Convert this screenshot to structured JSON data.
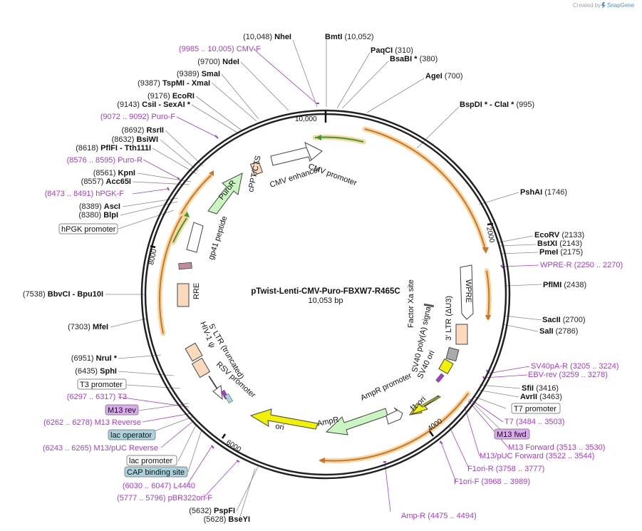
{
  "credit": {
    "created_by": "Created by",
    "brand": "SnapGene"
  },
  "plasmid": {
    "name": "pTwist-Lenti-CMV-Puro-FBXW7-R465C",
    "size": "10,053 bp"
  },
  "ticks": [
    "10,000",
    "2000",
    "4000",
    "6000",
    "8000"
  ],
  "sites": [
    {
      "pos": "(10,048)",
      "name": "NheI"
    },
    {
      "name": "BmtI",
      "pos": "(10,052)"
    },
    {
      "name": "PaqCI",
      "pos": "(310)"
    },
    {
      "name": "BsaBI *",
      "pos": "(380)"
    },
    {
      "name": "AgeI",
      "pos": "(700)"
    },
    {
      "name": "BspDI * - ClaI *",
      "pos": "(995)"
    },
    {
      "name": "PshAI",
      "pos": "(1746)"
    },
    {
      "name": "EcoRV",
      "pos": "(2133)"
    },
    {
      "name": "BstXI",
      "pos": "(2143)"
    },
    {
      "name": "PmeI",
      "pos": "(2175)"
    },
    {
      "name": "PflMI",
      "pos": "(2438)"
    },
    {
      "name": "SacII",
      "pos": "(2700)"
    },
    {
      "name": "SalI",
      "pos": "(2786)"
    },
    {
      "name": "SfiI",
      "pos": "(3416)"
    },
    {
      "name": "AvrII",
      "pos": "(3463)"
    },
    {
      "pos": "(9700)",
      "name": "NdeI"
    },
    {
      "pos": "(9389)",
      "name": "SmaI"
    },
    {
      "pos": "(9387)",
      "name": "TspMI - XmaI"
    },
    {
      "pos": "(9176)",
      "name": "EcoRI"
    },
    {
      "pos": "(9143)",
      "name": "CsiI - SexAI *"
    },
    {
      "pos": "(8692)",
      "name": "RsrII"
    },
    {
      "pos": "(8632)",
      "name": "BsiWI"
    },
    {
      "pos": "(8618)",
      "name": "PflFI - Tth111I"
    },
    {
      "pos": "(8561)",
      "name": "KpnI"
    },
    {
      "pos": "(8557)",
      "name": "Acc65I"
    },
    {
      "pos": "(8389)",
      "name": "AscI"
    },
    {
      "pos": "(8380)",
      "name": "BlpI"
    },
    {
      "pos": "(7538)",
      "name": "BbvCI - Bpu10I"
    },
    {
      "pos": "(7303)",
      "name": "MfeI"
    },
    {
      "pos": "(6951)",
      "name": "NruI *"
    },
    {
      "pos": "(6435)",
      "name": "SphI"
    },
    {
      "pos": "(5632)",
      "name": "PspFI"
    },
    {
      "pos": "(5628)",
      "name": "BseYI"
    }
  ],
  "primers": [
    {
      "pos": "(9985 .. 10,005)",
      "name": "CMV-F"
    },
    {
      "pos": "(9072 .. 9092)",
      "name": "Puro-F"
    },
    {
      "pos": "(8576 .. 8595)",
      "name": "Puro-R"
    },
    {
      "pos": "(8473 .. 8491)",
      "name": "hPGK-F"
    },
    {
      "name": "WPRE-R",
      "pos": "(2250 .. 2270)"
    },
    {
      "name": "SV40pA-R",
      "pos": "(3205 .. 3224)"
    },
    {
      "name": "EBV-rev",
      "pos": "(3259 .. 3278)"
    },
    {
      "name": "T7",
      "pos": "(3484 .. 3503)"
    },
    {
      "name": "M13 Forward",
      "pos": "(3513 .. 3530)"
    },
    {
      "name": "M13/pUC Forward",
      "pos": "(3522 .. 3544)"
    },
    {
      "name": "F1ori-R",
      "pos": "(3758 .. 3777)"
    },
    {
      "name": "F1ori-F",
      "pos": "(3968 .. 3989)"
    },
    {
      "name": "Amp-R",
      "pos": "(4475 .. 4494)"
    },
    {
      "pos": "(6297 .. 6317)",
      "name": "T3"
    },
    {
      "pos": "(6262 .. 6278)",
      "name": "M13 Reverse"
    },
    {
      "pos": "(6243 .. 6265)",
      "name": "M13/pUC Reverse"
    },
    {
      "pos": "(6030 .. 6047)",
      "name": "L4440"
    },
    {
      "pos": "(5777 .. 5796)",
      "name": "pBR322ori-F"
    }
  ],
  "boxes": {
    "hpgk": "hPGK promoter",
    "t3p": "T3 promoter",
    "m13rev": "M13 rev",
    "lacop": "lac operator",
    "lacp": "lac promoter",
    "cap": "CAP binding site",
    "t7p": "T7 promoter",
    "m13fwd": "M13 fwd"
  },
  "features": {
    "cmv_promoter": "CMV promoter",
    "cmv_enhancer": "CMV enhancer",
    "cppt": "cPPT/CTS",
    "puror": "PuroR",
    "gp41": "gp41 peptide",
    "rre": "RRE",
    "ltr5": "5' LTR (truncated)",
    "hiv": "HIV-1 ψ",
    "rsv": "RSV promoter",
    "ori": "ori",
    "ampr": "AmpR",
    "ampr_prom": "AmpR promoter",
    "f1ori": "f1 ori",
    "sv40ori": "SV40 ori",
    "sv40polya": "SV40 poly(A) signal",
    "ltr3": "3' LTR (ΔU3)",
    "factorxa": "Factor Xa site",
    "wpre": "WPRE"
  },
  "colors": {
    "primer": "#a63cc9",
    "orange_arc": "#c8762a",
    "green_arc": "#3a9a2a",
    "ori_yellow": "#f2f200",
    "puror_green": "#c8f5c0",
    "peach": "#fbd9bc",
    "lac_box": "#a9d3dc",
    "m13_box": "#dba7ee"
  }
}
